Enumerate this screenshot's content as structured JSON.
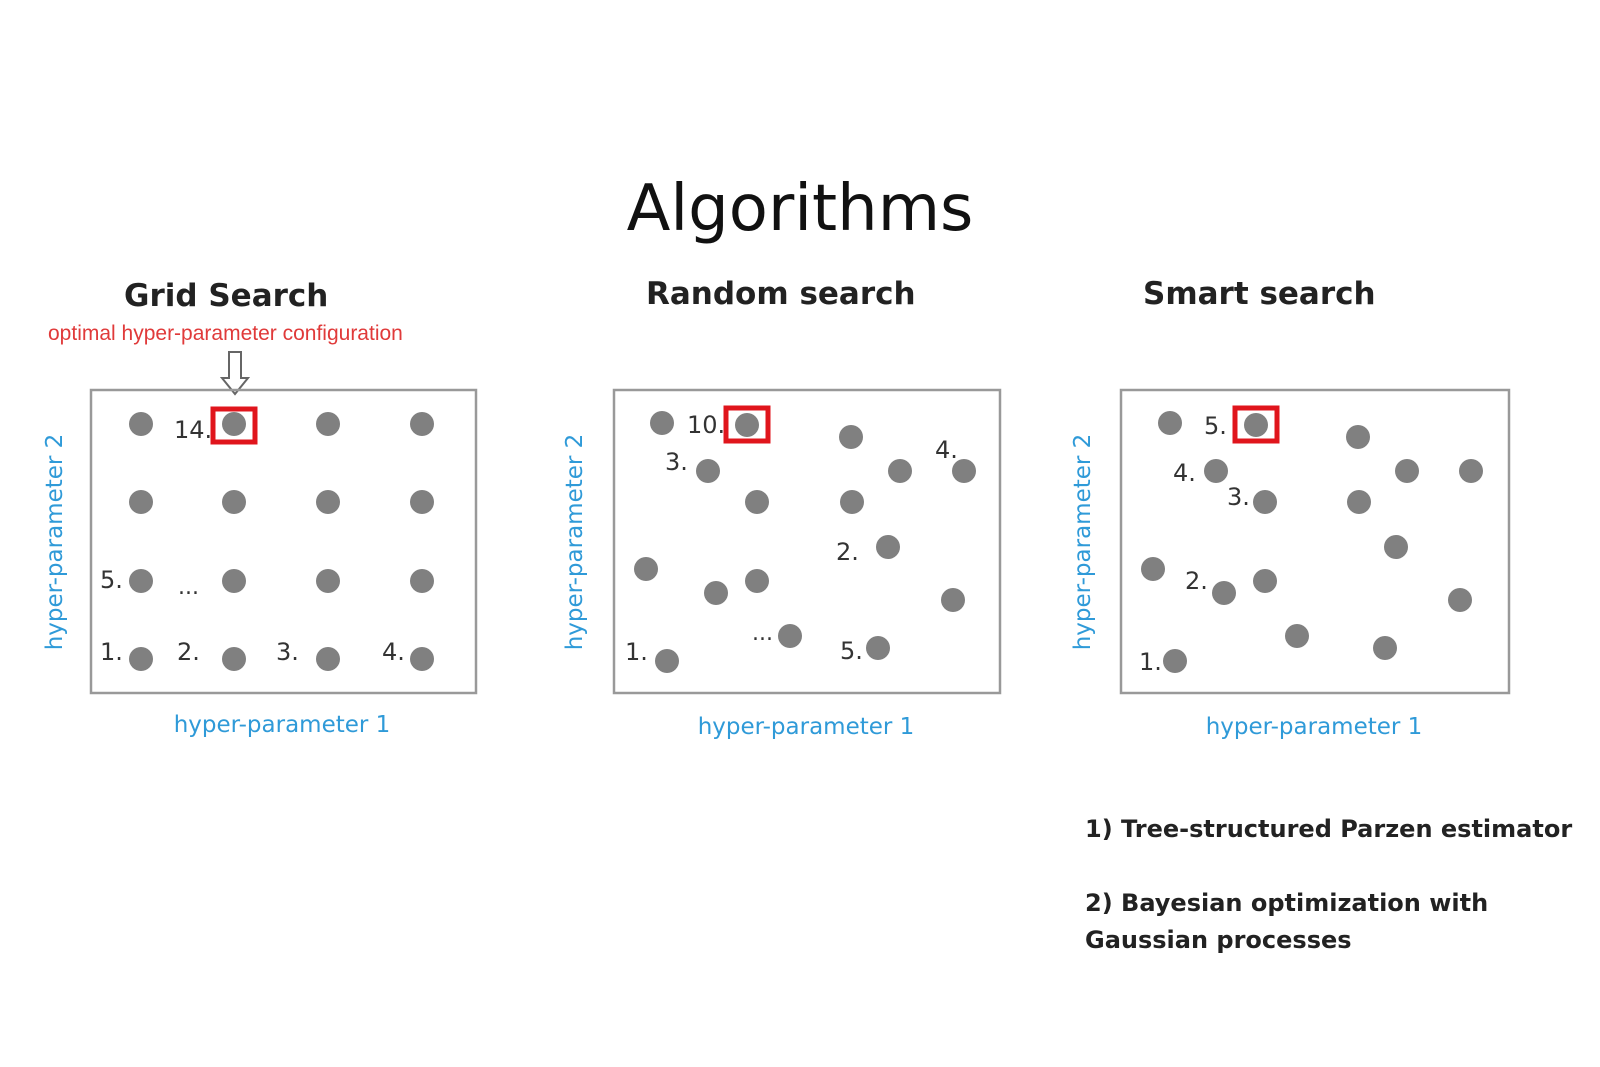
{
  "title": "Algorithms",
  "grid": {
    "title": "Grid Search",
    "annotation": "optimal hyper-parameter configuration",
    "ylabel": "hyper-parameter 2",
    "xlabel": "hyper-parameter 1",
    "labels": [
      "14.",
      "5.",
      "...",
      "1.",
      "2.",
      "3.",
      "4."
    ]
  },
  "random": {
    "title": "Random search",
    "ylabel": "hyper-parameter 2",
    "xlabel": "hyper-parameter 1",
    "labels": [
      "10.",
      "3.",
      "4.",
      "2.",
      "...",
      "1.",
      "5."
    ]
  },
  "smart": {
    "title": "Smart search",
    "ylabel": "hyper-parameter 2",
    "xlabel": "hyper-parameter 1",
    "labels": [
      "5.",
      "4.",
      "3.",
      "2.",
      "1."
    ]
  },
  "methods": {
    "item1": "1) Tree-structured Parzen estimator",
    "item2_line1": "2) Bayesian optimization with",
    "item2_line2": "Gaussian processes"
  },
  "colors": {
    "point": "#808080",
    "highlight": "#e0151c",
    "axis_label": "#2f9ad8",
    "annotation": "#e03a3a"
  }
}
